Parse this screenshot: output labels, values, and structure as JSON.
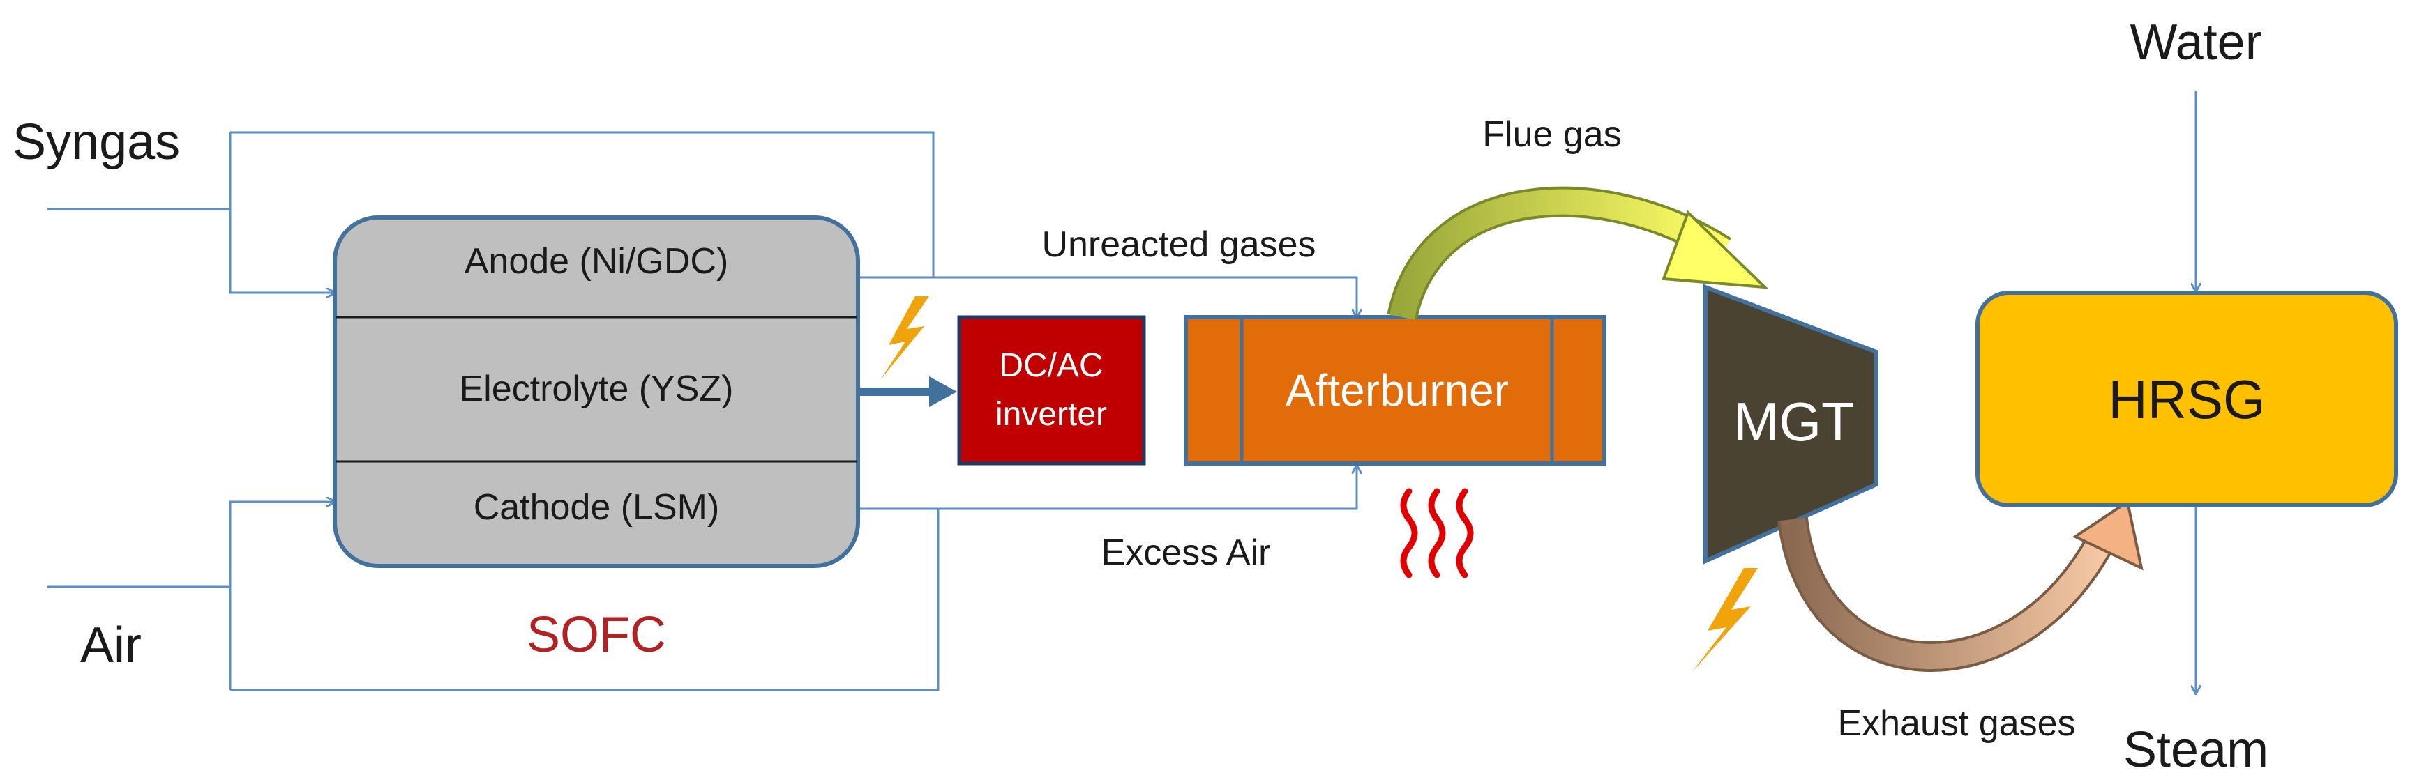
{
  "inputs": {
    "syngas": "Syngas",
    "air": "Air",
    "water": "Water"
  },
  "outputs": {
    "steam": "Steam"
  },
  "sofc": {
    "title": "SOFC",
    "anode": "Anode (Ni/GDC)",
    "electrolyte": "Electrolyte (YSZ)",
    "cathode": "Cathode (LSM)"
  },
  "inverter": {
    "line1": "DC/AC",
    "line2": "inverter"
  },
  "afterburner": "Afterburner",
  "mgt": "MGT",
  "hrsg": "HRSG",
  "flows": {
    "unreacted_gases": "Unreacted gases",
    "excess_air": "Excess Air",
    "flue_gas": "Flue gas",
    "exhaust_gases": "Exhaust gases"
  },
  "colors": {
    "flow_line": "#5b8fc7",
    "sofc_fill": "#bfbfbf",
    "inverter_fill": "#c00000",
    "afterburner_fill": "#e26b0a",
    "mgt_fill": "#4a4331",
    "hrsg_fill": "#ffc000",
    "sofc_label": "#b22222",
    "lightning": "#f0a30a",
    "heat": "#e00000",
    "flue_arrow": "#ffff66",
    "exhaust_arrow": "#f4b183"
  },
  "icons": [
    "lightning-bolt-icon",
    "heat-waves-icon"
  ]
}
